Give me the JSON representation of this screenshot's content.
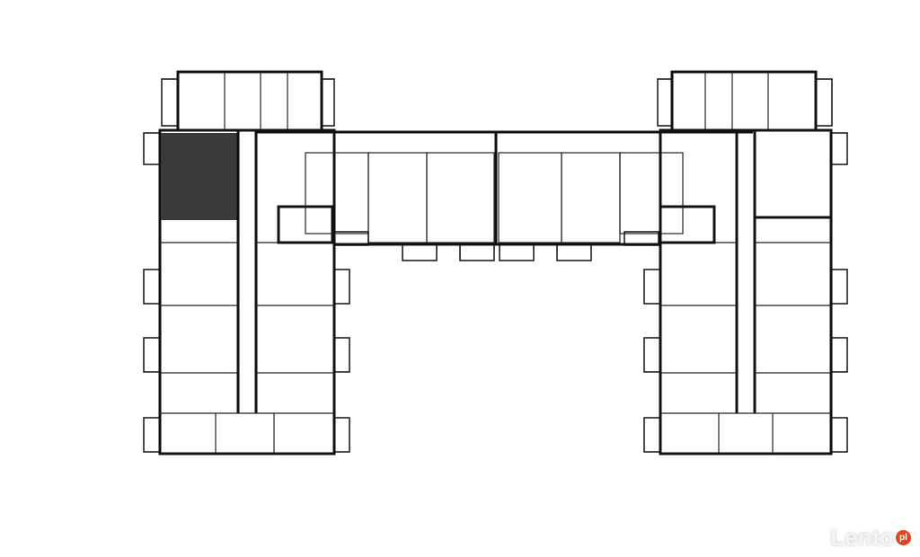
{
  "plan": {
    "highlight_color": "#3a3a3a",
    "highlighted_unit": "left-wing-top-left-apartment"
  },
  "watermark": {
    "text": "Lento",
    "badge": "pl",
    "badge_color": "#e8441c"
  }
}
